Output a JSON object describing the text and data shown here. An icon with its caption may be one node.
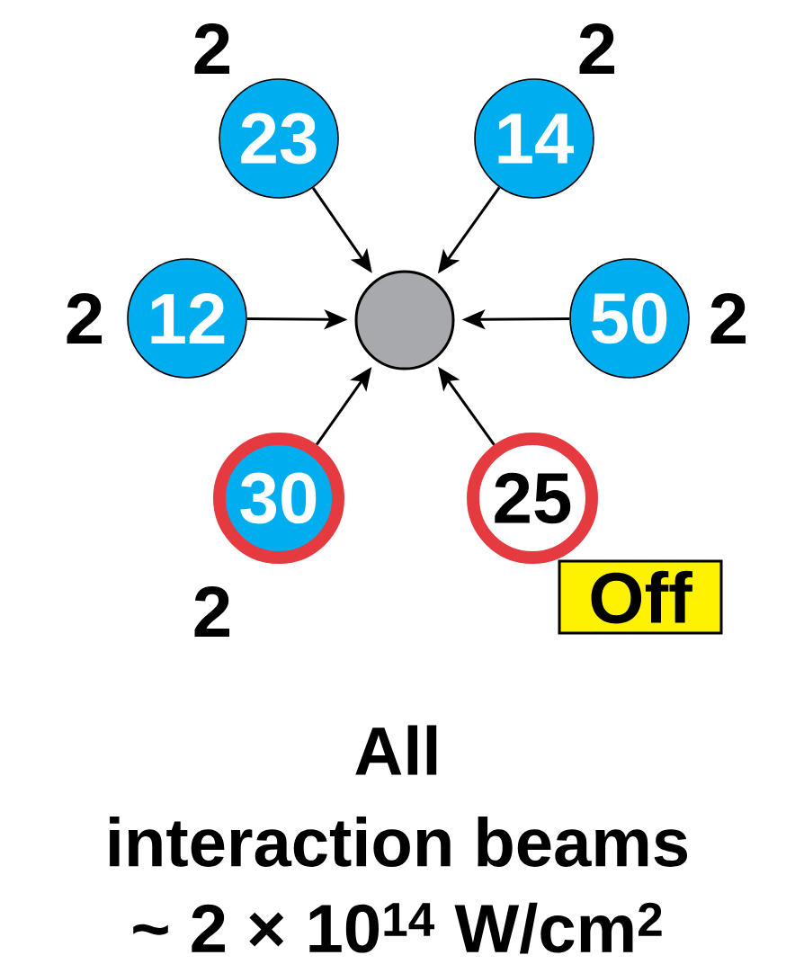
{
  "diagram": {
    "nodes": [
      {
        "text": [],
        "shape": "circle"
      },
      {
        "text": [
          "23"
        ],
        "beside": [
          "2"
        ]
      },
      {
        "text": [
          "14"
        ],
        "beside": [
          "2"
        ]
      },
      {
        "text": [
          "12"
        ],
        "beside": [
          "2"
        ]
      },
      {
        "text": [
          "50"
        ],
        "beside": [
          "2"
        ]
      },
      {
        "text": [
          "30"
        ],
        "beside": [
          "2"
        ]
      },
      {
        "text": [
          "25"
        ]
      },
      {
        "text": [
          "Off"
        ]
      }
    ],
    "edges": [
      {
        "from": 1,
        "to": 0,
        "arrow": "to"
      },
      {
        "from": 2,
        "to": 0,
        "arrow": "to"
      },
      {
        "from": 3,
        "to": 0,
        "arrow": "to"
      },
      {
        "from": 4,
        "to": 0,
        "arrow": "to"
      },
      {
        "from": 5,
        "to": 0,
        "arrow": "to"
      },
      {
        "from": 6,
        "to": 0,
        "arrow": "to"
      }
    ],
    "labels": [
      "All",
      "interaction beams",
      "~ 2 × 10$^{14}$ W/cm$^{2}$"
    ]
  }
}
